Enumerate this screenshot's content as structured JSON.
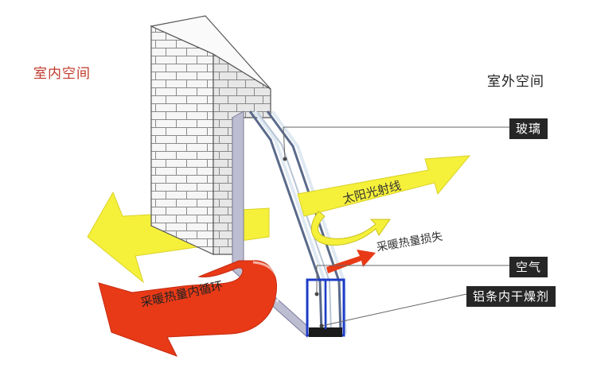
{
  "labels": {
    "indoor": "室内空间",
    "outdoor": "室外空间",
    "sunlight": "太阳光射线",
    "heat_loss": "采暖热量损失",
    "heat_cycle": "采暖热量内循环"
  },
  "tags": {
    "glass": "玻璃",
    "air": "空气",
    "spacer": "铝条内干燥剂"
  },
  "colors": {
    "indoor_text": "#c0392b",
    "outdoor_text": "#222222",
    "sun_arrow": "#f5f03a",
    "heat_arrow": "#e83a17",
    "brick": "#f4f4f4",
    "glass_edge": "#1c3cc8",
    "tag_bg": "#262626"
  }
}
